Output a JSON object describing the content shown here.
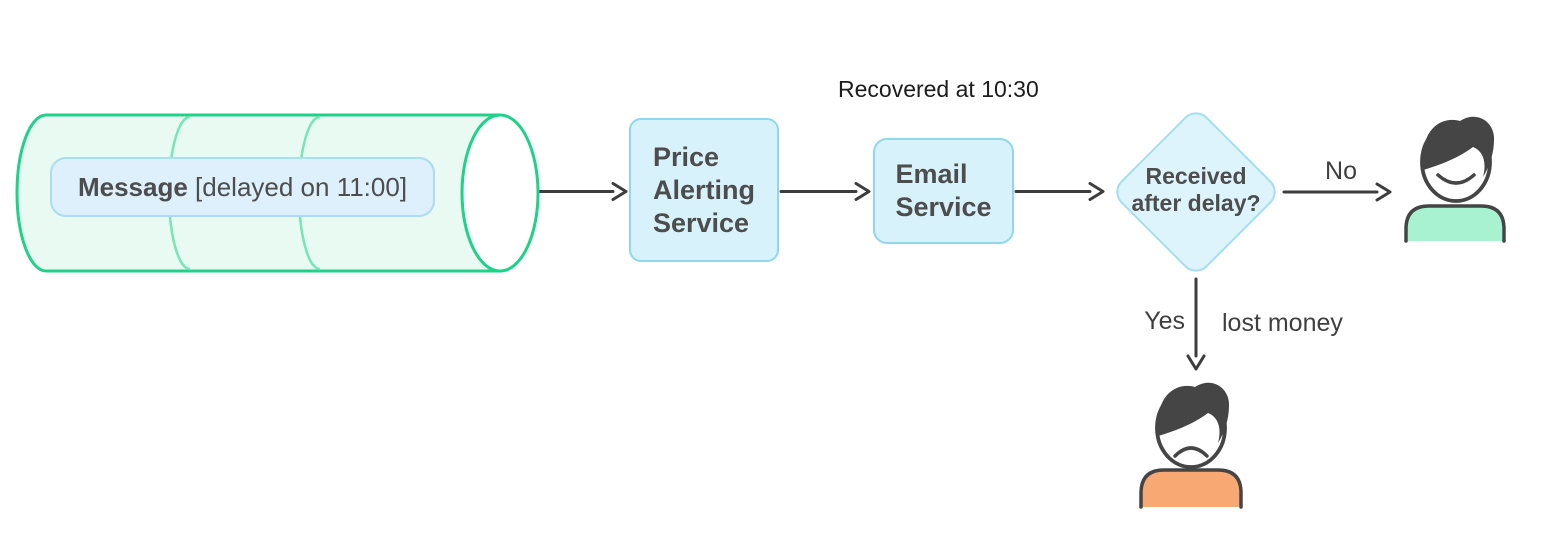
{
  "colors": {
    "queue_stroke": "#20d18a",
    "queue_fill": "#e8faf2",
    "queue_arc": "#77e6b6",
    "pill_fill": "#ddf0fb",
    "pill_border": "#aadcf2",
    "node_fill": "#d7f2fb",
    "node_border": "#8ed7ee",
    "diamond_fill": "#ddf4fc",
    "diamond_border": "#a5def2",
    "text_dark": "#4d4d4d",
    "annotation_text": "#1c1c1c",
    "label_text": "#3f3f3f",
    "arrow": "#3d3d3d",
    "person_outline": "#454545",
    "happy_shirt": "#a9f2d1",
    "sad_shirt": "#f8a873"
  },
  "queue": {
    "message_bold": "Message",
    "message_rest": " [delayed on 11:00]"
  },
  "annotation": {
    "text": "Recovered at 10:30"
  },
  "nodes": {
    "price": {
      "label": "Price\nAlerting\nService"
    },
    "email": {
      "label": "Email\nService"
    },
    "decision": {
      "label": "Received\nafter delay?"
    }
  },
  "edges": {
    "no": "No",
    "yes": "Yes",
    "lost_money": "lost money"
  },
  "icons": {
    "happy_user": "happy-user-icon",
    "sad_user": "sad-user-icon"
  }
}
